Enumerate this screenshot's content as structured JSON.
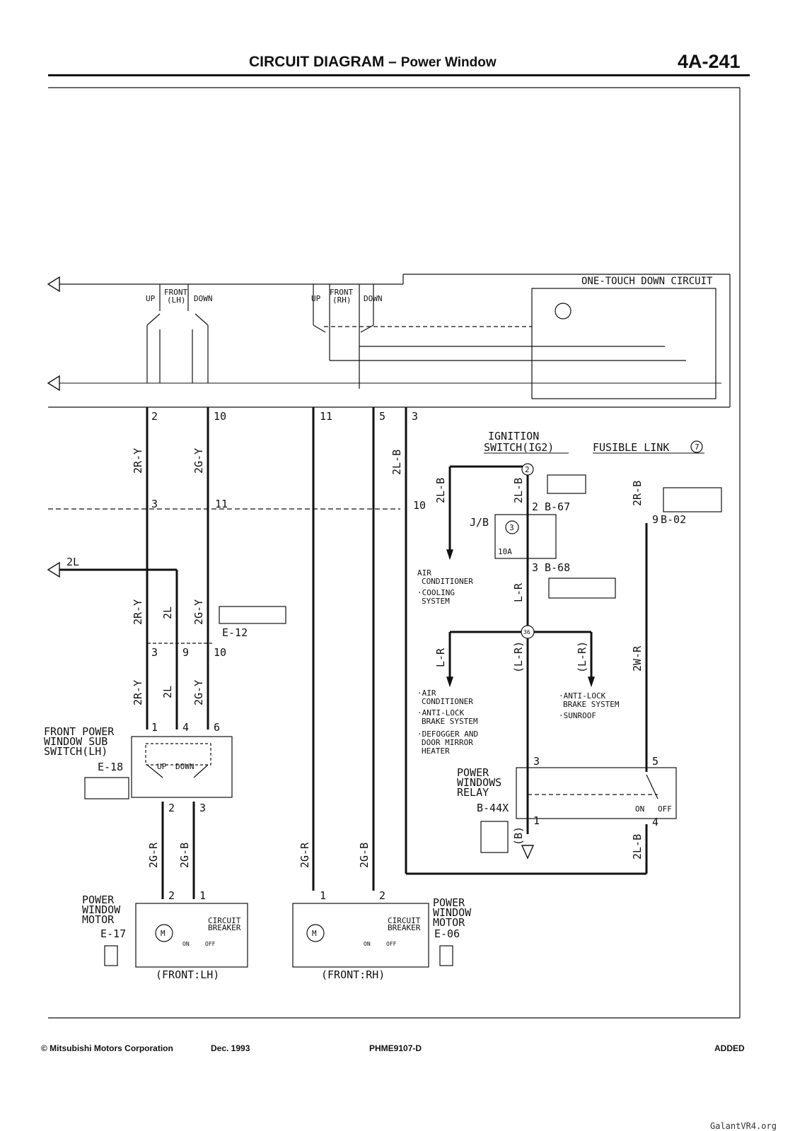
{
  "header": {
    "title": "CIRCUIT DIAGRAM –",
    "subtitle": "Power Window",
    "page": "4A-241"
  },
  "footer": {
    "copyright": "© Mitsubishi Motors Corporation",
    "date": "Dec. 1993",
    "code": "PHME9107-D",
    "status": "ADDED"
  },
  "watermark": "GalantVR4.org",
  "labels": {
    "one_touch": "ONE-TOUCH DOWN CIRCUIT",
    "up": "UP",
    "down": "DOWN",
    "front": "FRONT",
    "lh": "(LH)",
    "rh": "(RH)",
    "ignition": "IGNITION",
    "ignition_sw": "SWITCH(IG2)",
    "fusible": "FUSIBLE LINK",
    "jb": "J/B",
    "fuse": "10A",
    "ac": "AIR",
    "ac2": "CONDITIONER",
    "cool": "·COOLING",
    "cool2": "SYSTEM",
    "ac_b": "·AIR",
    "ac_b2": "CONDITIONER",
    "abs": "·ANTI-LOCK",
    "abs2": "BRAKE SYSTEM",
    "defog": "·DEFOGGER AND",
    "defog2": "DOOR MIRROR",
    "defog3": "HEATER",
    "abs_r": "·ANTI-LOCK",
    "abs_r2": "BRAKE SYSTEM",
    "sunroof": "·SUNROOF",
    "sub1": "FRONT POWER",
    "sub2": "WINDOW SUB",
    "sub3": "SWITCH(LH)",
    "relay1": "POWER",
    "relay2": "WINDOWS",
    "relay3": "RELAY",
    "motor1": "POWER",
    "motor2": "WINDOW",
    "motor3": "MOTOR",
    "cb1": "CIRCUIT",
    "cb2": "BREAKER",
    "on": "ON",
    "off": "OFF",
    "front_lh": "(FRONT:LH)",
    "front_rh": "(FRONT:RH)",
    "conn_2L": "2L",
    "m": "M"
  },
  "connectors": {
    "b67": "B-67",
    "b68": "B-68",
    "b02": "B-02",
    "e12": "E-12",
    "e18": "E-18",
    "b44x": "B-44X",
    "e17": "E-17",
    "e06": "E-06"
  },
  "wires": {
    "w2ry": "2R-Y",
    "w2gy": "2G-Y",
    "w2lb": "2L-B",
    "w2l": "2L",
    "w2gr": "2G-R",
    "w2gb": "2G-B",
    "wlr": "L-R",
    "wlrp": "(L-R)",
    "w2rb": "2R-B",
    "w2wr": "2W-R",
    "wb": "(B)"
  },
  "circles": {
    "c2": "2",
    "c36": "36",
    "c3": "3",
    "c7": "7"
  }
}
